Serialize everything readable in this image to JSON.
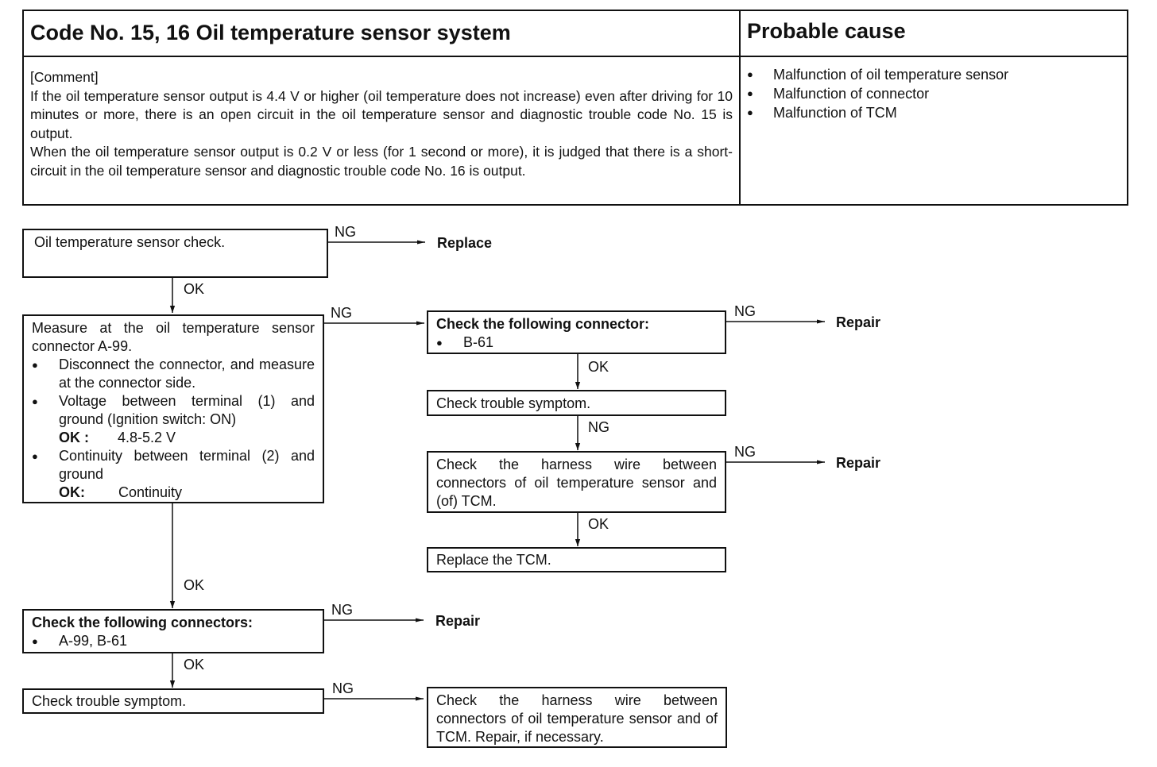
{
  "header": {
    "title": "Code No. 15, 16 Oil temperature sensor system",
    "cause_title": "Probable cause",
    "comment_label": "[Comment]",
    "comment_p1": "If the oil temperature sensor output is 4.4 V or higher (oil temperature does not increase) even after driving for 10 minutes or more, there is an open circuit in the oil temperature sensor and diagnostic trouble code No. 15 is output.",
    "comment_p2": "When the oil temperature sensor output is 0.2 V or less (for 1 second or more), it is judged that there is a short-circuit in the oil temperature sensor and diagnostic trouble code No. 16 is output.",
    "causes": [
      "Malfunction of oil temperature sensor",
      "Malfunction of connector",
      "Malfunction of TCM"
    ]
  },
  "flow": {
    "sensor_check": "Oil temperature sensor check.",
    "measure": {
      "title": "Measure at the oil temperature sensor connector A-99.",
      "item1": "Disconnect the connector, and measure at the connector side.",
      "item2": "Voltage between terminal (1) and ground (Ignition switch: ON)",
      "ok2_key": "OK :",
      "ok2_val": "4.8-5.2 V",
      "item3": "Continuity between terminal (2) and ground",
      "ok3_key": "OK:",
      "ok3_val": "Continuity"
    },
    "conn_b61": {
      "title": "Check the following connector:",
      "item": "B-61"
    },
    "symptom_right": "Check trouble symptom.",
    "harness_right": "Check the harness wire between connectors of oil temperature sensor and (of) TCM.",
    "replace_tcm": "Replace the TCM.",
    "conns_left": {
      "title": "Check the following connectors:",
      "item": "A-99, B-61"
    },
    "symptom_left": "Check trouble symptom.",
    "harness_bottom": "Check the harness wire between connectors of oil temperature sensor and of TCM. Repair, if necessary.",
    "labels": {
      "ng": "NG",
      "ok": "OK"
    },
    "results": {
      "replace": "Replace",
      "repair": "Repair"
    }
  }
}
